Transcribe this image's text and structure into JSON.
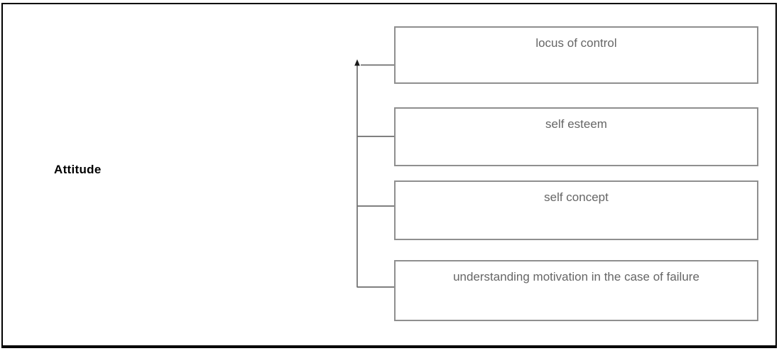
{
  "diagram": {
    "root_label": "Attitude",
    "children": [
      {
        "label": "locus of control"
      },
      {
        "label": "self esteem"
      },
      {
        "label": "self concept"
      },
      {
        "label": "understanding motivation in the case of failure"
      }
    ],
    "colors": {
      "background": "#ffffff",
      "frame_border": "#000000",
      "box_border": "#8f8f8f",
      "box_text": "#666666",
      "root_text": "#000000",
      "connector": "#6e6e6e",
      "arrowhead": "#1a1a1a"
    }
  }
}
